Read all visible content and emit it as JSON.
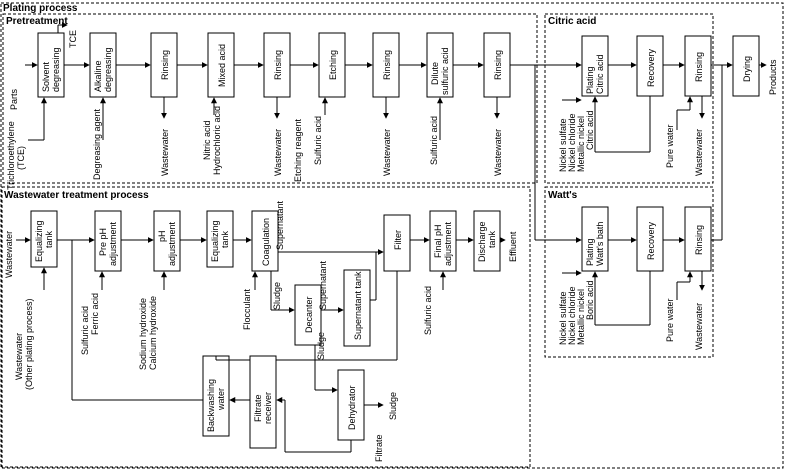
{
  "sections": {
    "plating": "Plating process",
    "pretreatment": "Pretreatment",
    "citric": "Citric acid",
    "watts": "Watt's",
    "wastewater": "Wastewater treatment process"
  },
  "pre": {
    "parts": "Parts",
    "tce_in_1": "Trichloroethylene",
    "tce_in_2": "(TCE)",
    "solvent_1": "Solvent",
    "solvent_2": "degreasing",
    "tce_out": "TCE",
    "alkaline_1": "Alkaline",
    "alkaline_2": "degreasing",
    "degreasing_agent": "Degreasing agent",
    "rinsing": "Rinsing",
    "wastewater": "Wastewater",
    "mixed_acid": "Mixed acid",
    "nitric_acid": "Nitric acid",
    "hydrochloric_acid": "Hydrochloric acid",
    "etching": "Etching",
    "etching_reagent": "Etching reagent",
    "sulfuric_acid": "Sulfuric acid",
    "dilute_1": "Dilute",
    "dilute_2": "sulfuric acid"
  },
  "citric": {
    "plating_1": "Plating",
    "plating_2": "Citric acid",
    "recovery": "Recovery",
    "rinsing": "Rinsing",
    "nickel_sulfate": "Nickel sulfate",
    "nickel_chloride": "Nickel chloride",
    "metallic_nickel": "Metallic nickel",
    "citric_acid": "Citric acid",
    "pure_water": "Pure water",
    "wastewater": "Wastewater"
  },
  "watts": {
    "plating_1": "Plating",
    "plating_2": "Watt's bath",
    "recovery": "Recovery",
    "rinsing": "Rinsing",
    "nickel_sulfate": "Nickel sulfate",
    "nickel_chloride": "Nickel chloride",
    "metallic_nickel": "Metallic nickel",
    "boric_acid": "Boric acid",
    "pure_water": "Pure water",
    "wastewater": "Wastewater"
  },
  "drying": "Drying",
  "products": "Products",
  "ww": {
    "wastewater": "Wastewater",
    "other_1": "Wastewater",
    "other_2": "(Other plating process)",
    "equalizing_1": "Equalizing",
    "equalizing_2": "tank",
    "pre_ph_1": "Pre pH",
    "pre_ph_2": "adjustment",
    "sulfuric_acid": "Sulfuric acid",
    "ferric_acid": "Ferric acid",
    "ph_1": "pH",
    "ph_2": "adjustment",
    "sodium_hydroxide": "Sodium hydroxide",
    "calcium_hydroxide": "Calcium hydroxide",
    "coagulation": "Coagulation",
    "flocculant": "Flocculant",
    "supernatant": "Supernatant",
    "sludge": "Sludge",
    "decanter": "Decanter",
    "supernatant_tank": "Supernatant tank",
    "filter": "Filter",
    "final_ph_1": "Final pH",
    "final_ph_2": "adjustment",
    "discharge_1": "Discharge",
    "discharge_2": "tank",
    "effluent": "Effluent",
    "backwashing_1": "Backwashing",
    "backwashing_2": "water",
    "filtrate_1": "Filtrate",
    "filtrate_2": "receiver",
    "dehydrator": "Dehydrator",
    "filtrate": "Filtrate"
  }
}
